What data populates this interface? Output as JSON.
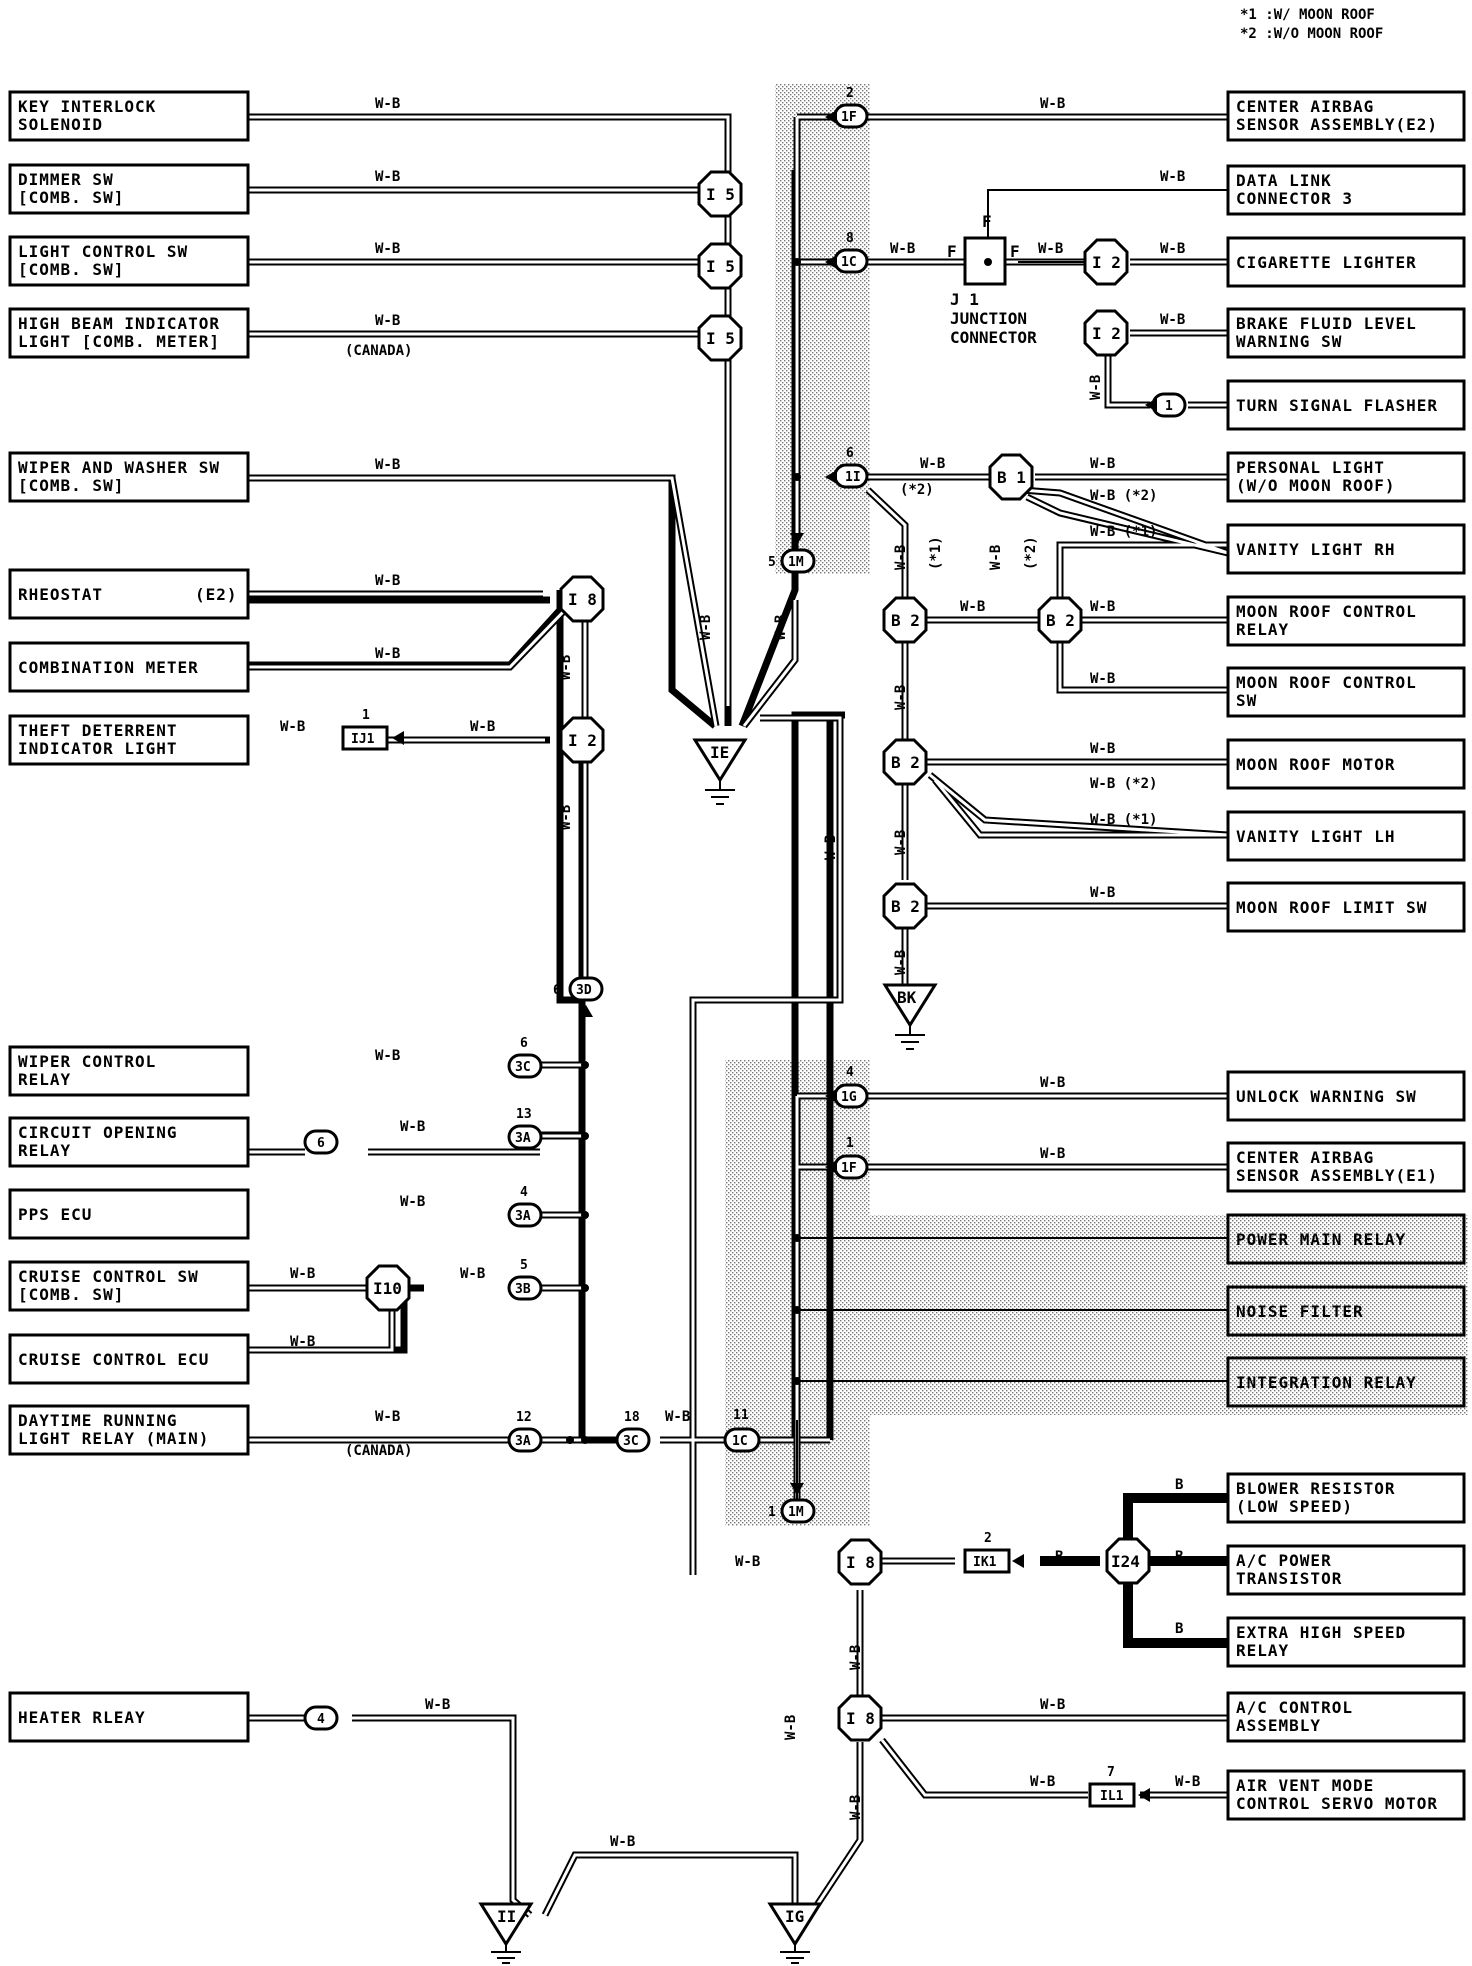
{
  "legend": {
    "note1": "*1 :W/ MOON ROOF",
    "note2": "*2 :W/O MOON ROOF"
  },
  "left_components": {
    "key_interlock": [
      "KEY INTERLOCK",
      "SOLENOID"
    ],
    "dimmer_sw": [
      "DIMMER SW",
      "[COMB. SW]"
    ],
    "light_control_sw": [
      "LIGHT CONTROL SW",
      "[COMB. SW]"
    ],
    "high_beam_indicator": [
      "HIGH BEAM INDICATOR",
      "LIGHT [COMB. METER]"
    ],
    "wiper_washer_sw": [
      "WIPER AND WASHER SW",
      "[COMB. SW]"
    ],
    "rheostat": [
      "RHEOSTAT",
      "(E2)"
    ],
    "combination_meter": [
      "COMBINATION METER"
    ],
    "theft_deterrent": [
      "THEFT DETERRENT",
      "INDICATOR LIGHT"
    ],
    "wiper_control_relay": [
      "WIPER CONTROL",
      "RELAY"
    ],
    "circuit_opening_relay": [
      "CIRCUIT OPENING",
      "RELAY"
    ],
    "pps_ecu": [
      "PPS ECU"
    ],
    "cruise_control_sw": [
      "CRUISE CONTROL SW",
      "[COMB. SW]"
    ],
    "cruise_control_ecu": [
      "CRUISE CONTROL ECU"
    ],
    "drl_relay": [
      "DAYTIME RUNNING",
      "LIGHT RELAY (MAIN)"
    ],
    "heater_relay": [
      "HEATER RLEAY"
    ]
  },
  "right_components": {
    "center_airbag_e2": [
      "CENTER AIRBAG",
      "SENSOR ASSEMBLY(E2)"
    ],
    "data_link": [
      "DATA LINK",
      "CONNECTOR 3"
    ],
    "cigarette_lighter": [
      "CIGARETTE LIGHTER"
    ],
    "brake_fluid": [
      "BRAKE FLUID LEVEL",
      "WARNING SW"
    ],
    "turn_signal": [
      "TURN SIGNAL FLASHER"
    ],
    "personal_light": [
      "PERSONAL LIGHT",
      "(W/O MOON ROOF)"
    ],
    "vanity_rh": [
      "VANITY LIGHT RH"
    ],
    "moon_roof_relay": [
      "MOON ROOF CONTROL",
      "RELAY"
    ],
    "moon_roof_sw": [
      "MOON ROOF CONTROL",
      "SW"
    ],
    "moon_roof_motor": [
      "MOON ROOF MOTOR"
    ],
    "vanity_lh": [
      "VANITY LIGHT LH"
    ],
    "moon_roof_limit": [
      "MOON ROOF LIMIT SW"
    ],
    "unlock_warning": [
      "UNLOCK WARNING SW"
    ],
    "center_airbag_e1": [
      "CENTER AIRBAG",
      "SENSOR ASSEMBLY(E1)"
    ],
    "power_main": [
      "POWER MAIN RELAY"
    ],
    "noise_filter": [
      "NOISE FILTER"
    ],
    "integration_relay": [
      "INTEGRATION RELAY"
    ],
    "blower_resistor": [
      "BLOWER RESISTOR",
      "(LOW SPEED)"
    ],
    "ac_power_transistor": [
      "A/C POWER",
      "TRANSISTOR"
    ],
    "extra_high_relay": [
      "EXTRA HIGH SPEED",
      "RELAY"
    ],
    "ac_control": [
      "A/C CONTROL",
      "ASSEMBLY"
    ],
    "air_vent": [
      "AIR VENT MODE",
      "CONTROL SERVO MOTOR"
    ]
  },
  "wire_labels": {
    "wb": "W-B",
    "b": "B",
    "canada": "(CANADA)",
    "star1": "(*1)",
    "star2": "(*2)",
    "wb_star1": "W-B (*1)",
    "wb_star2": "W-B (*2)"
  },
  "junctions": {
    "i5": "I 5",
    "i8": "I 8",
    "i2": "I 2",
    "i10": "I10",
    "i24": "I24",
    "b1": "B 1",
    "b2": "B 2",
    "ie": "IE",
    "bk": "BK",
    "ii": "II",
    "ig": "IG",
    "f": "F",
    "j1": "J 1",
    "jc1": "JUNCTION",
    "jc2": "CONNECTOR"
  },
  "connectors": {
    "c1f": "1F",
    "c1c": "1C",
    "c1i": "1I",
    "c1m": "1M",
    "c1g": "1G",
    "c3d": "3D",
    "c3c": "3C",
    "c3a": "3A",
    "c3b": "3B",
    "ij1": "IJ1",
    "ik1": "IK1",
    "il1": "IL1",
    "n1": "1",
    "n4": "4",
    "n6": "6"
  },
  "pins": {
    "p1": "1",
    "p2": "2",
    "p4": "4",
    "p5": "5",
    "p6": "6",
    "p7": "7",
    "p8": "8",
    "p11": "11",
    "p12": "12",
    "p13": "13",
    "p18": "18"
  }
}
